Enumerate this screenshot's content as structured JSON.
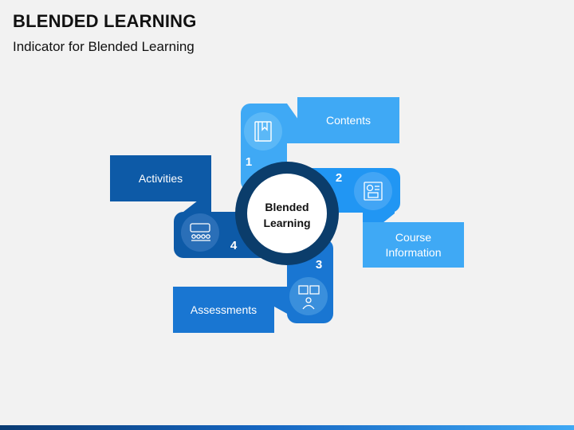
{
  "header": {
    "title": "BLENDED LEARNING",
    "subtitle": "Indicator for Blended Learning"
  },
  "center": {
    "line1": "Blended",
    "line2": "Learning"
  },
  "items": [
    {
      "number": "1",
      "label": "Contents",
      "icon": "book-icon",
      "color": "#3fa9f5"
    },
    {
      "number": "2",
      "label_line1": "Course",
      "label_line2": "Information",
      "icon": "certificate-icon",
      "color": "#2196f3"
    },
    {
      "number": "3",
      "label": "Assessments",
      "icon": "presentation-icon",
      "color": "#1976d2"
    },
    {
      "number": "4",
      "label": "Activities",
      "icon": "group-meeting-icon",
      "color": "#0d5aa7"
    }
  ],
  "colors": {
    "ring": "#0b3d6b",
    "item1": "#3fa9f5",
    "item2": "#2196f3",
    "item3": "#1976d2",
    "item4": "#0d5aa7",
    "background": "#f2f2f2"
  }
}
